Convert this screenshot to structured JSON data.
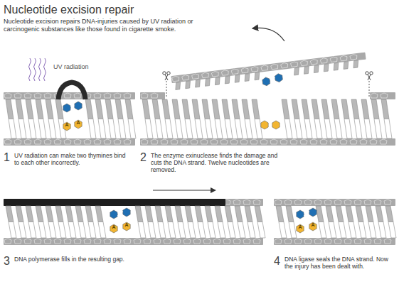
{
  "diagram": {
    "title": "Nucleotide excision repair",
    "labels": [
      "Nucleotide excision repairs DNA-injuries caused by UV radiation or carcinogenic substances like those found in cigarette smoke.",
      "UV radiation",
      "A",
      "A",
      "1",
      "UV radiation can make two thymines bind to each other incorrectly.",
      "2",
      "The enzyme exinuclease finds the damage and cuts the DNA strand. Twelve nucleotides are removed.",
      "A",
      "A",
      "3",
      "DNA polymerase fills in the resulting gap.",
      "A",
      "A",
      "4",
      "DNA ligase seals the DNA strand. Now the injury has been dealt with."
    ]
  }
}
